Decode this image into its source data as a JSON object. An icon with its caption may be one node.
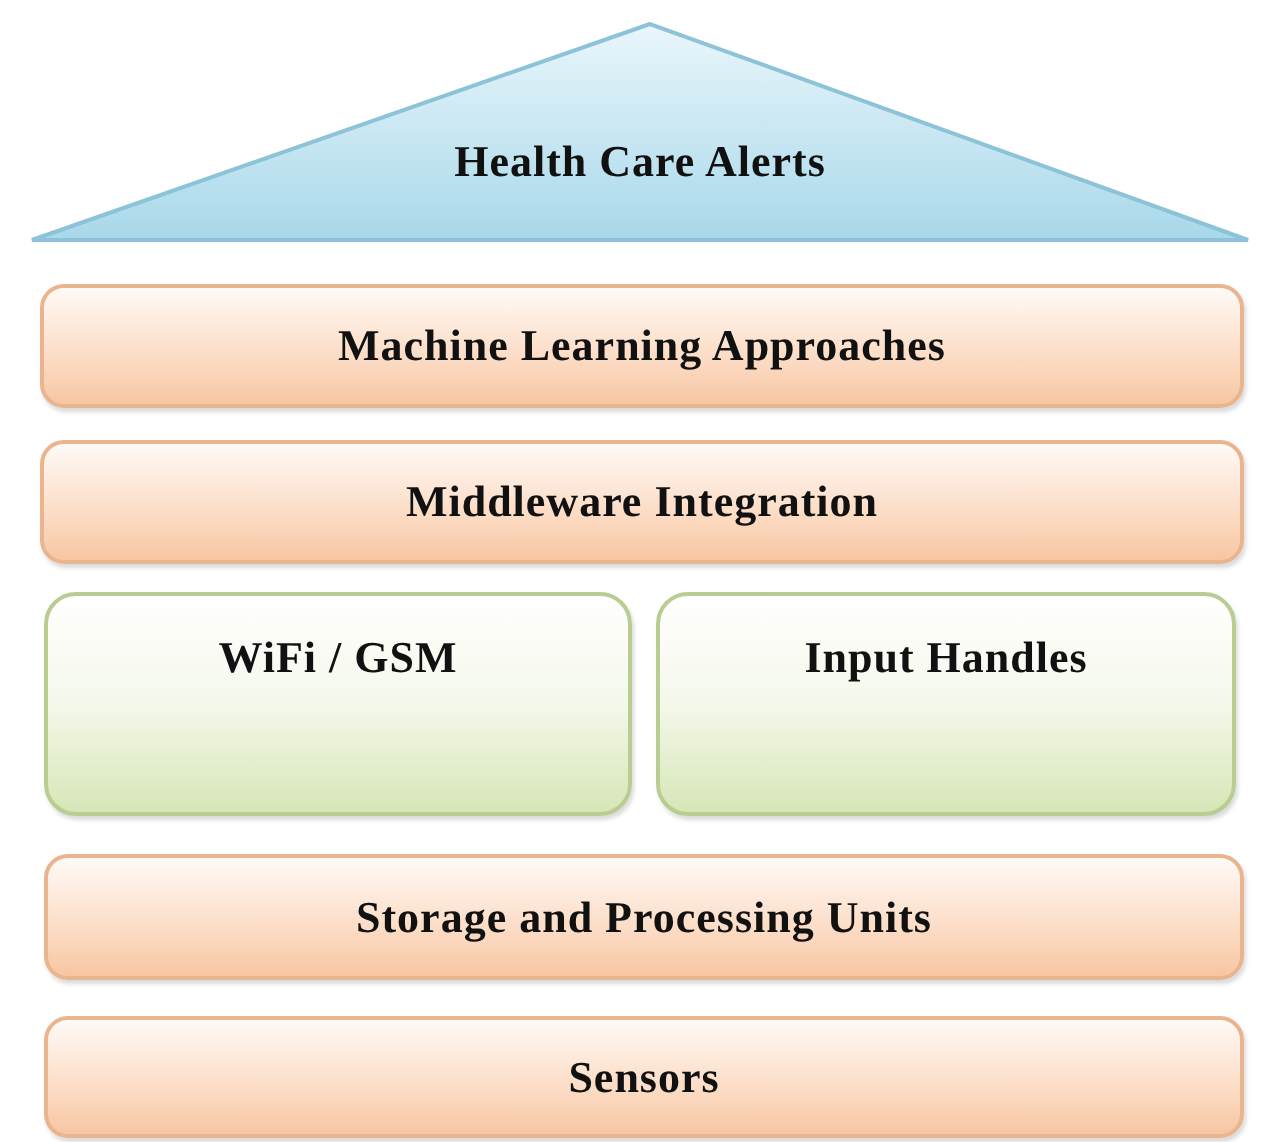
{
  "diagram": {
    "nodes": [
      {
        "text": [
          "Health Care Alerts"
        ]
      },
      {
        "text": [
          "Machine Learning Approaches"
        ]
      },
      {
        "text": [
          "Middleware Integration"
        ]
      },
      {
        "text": [
          "WiFi / GSM"
        ]
      },
      {
        "text": [
          "Input Handles"
        ]
      },
      {
        "text": [
          "Storage and Processing Units"
        ]
      },
      {
        "text": [
          "Sensors"
        ]
      }
    ]
  }
}
